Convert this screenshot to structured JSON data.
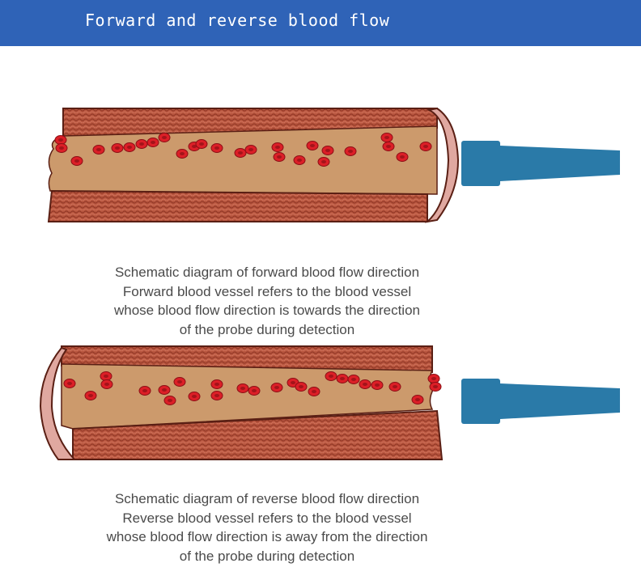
{
  "header": {
    "title": "Forward and reverse blood flow",
    "background_color": "#2f63b7"
  },
  "colors": {
    "vessel_wall": "#b1503f",
    "vessel_wall_outline": "#5a1f14",
    "lumen": "#cc9a6c",
    "red_blood_cell": "#dc1f27",
    "probe": "#2a7aa8"
  },
  "forward": {
    "caption_lines": [
      "Schematic diagram of forward blood flow direction",
      "Forward blood vessel refers to the blood vessel",
      "whose blood flow direction is towards the direction",
      "of the probe during detection"
    ]
  },
  "reverse": {
    "caption_lines": [
      "Schematic diagram of reverse blood flow direction",
      "Reverse blood vessel refers to the blood vessel",
      "whose blood flow direction is away from the direction",
      "of the probe during detection"
    ]
  }
}
